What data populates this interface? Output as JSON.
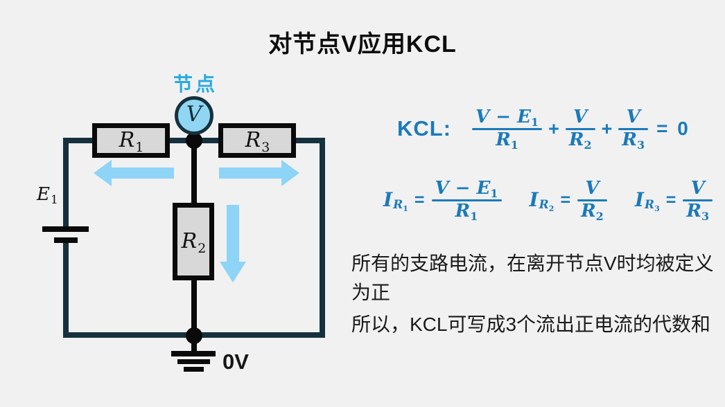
{
  "title": "对节点V应用KCL",
  "colors": {
    "background": "#f1f1f2",
    "wire": "#15313d",
    "arrow_blue": "#8dd4f7",
    "node_fill": "#90d5f2",
    "node_label_cyan": "#29abe2",
    "equation_blue": "#1b7ab8",
    "resistor_fill": "#d8d8d8"
  },
  "circuit": {
    "node_label": "节点",
    "node_voltage": "V",
    "resistors": [
      {
        "name": "R",
        "sub": "1"
      },
      {
        "name": "R",
        "sub": "2"
      },
      {
        "name": "R",
        "sub": "3"
      }
    ],
    "source": {
      "name": "E",
      "sub": "1"
    },
    "ground_label": "0V"
  },
  "kcl": {
    "label": "KCL:",
    "plus": "+",
    "equals": "=",
    "zero": "0",
    "terms": [
      {
        "num": "V − E",
        "num_sub": "1",
        "den": "R",
        "den_sub": "1"
      },
      {
        "num": "V",
        "den": "R",
        "den_sub": "2"
      },
      {
        "num": "V",
        "den": "R",
        "den_sub": "3"
      }
    ]
  },
  "currents": [
    {
      "sym": "I",
      "sub": "R",
      "sub2": "1",
      "eq": "=",
      "num": "V − E",
      "num_sub": "1",
      "den": "R",
      "den_sub": "1"
    },
    {
      "sym": "I",
      "sub": "R",
      "sub2": "2",
      "eq": "=",
      "num": "V",
      "den": "R",
      "den_sub": "2"
    },
    {
      "sym": "I",
      "sub": "R",
      "sub2": "3",
      "eq": "=",
      "num": "V",
      "den": "R",
      "den_sub": "3"
    }
  ],
  "notes": {
    "line1": "所有的支路电流，在离开节点V时均被定义",
    "line2": "为正",
    "line3": "所以，KCL可写成3个流出正电流的代数和"
  }
}
